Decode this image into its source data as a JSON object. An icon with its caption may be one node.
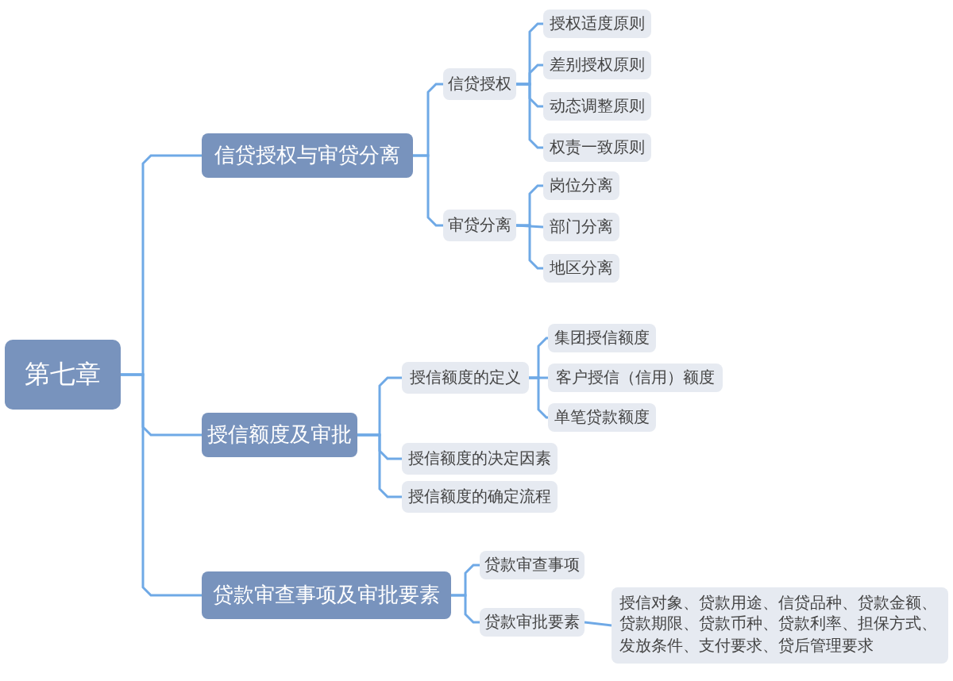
{
  "diagram": {
    "nodes": [
      {
        "text": [
          "第七章"
        ]
      },
      {
        "text": [
          "信贷授权与审贷分离"
        ]
      },
      {
        "text": [
          "信贷授权"
        ]
      },
      {
        "text": [
          "授权适度原则"
        ]
      },
      {
        "text": [
          "差别授权原则"
        ]
      },
      {
        "text": [
          "动态调整原则"
        ]
      },
      {
        "text": [
          "权责一致原则"
        ]
      },
      {
        "text": [
          "审贷分离"
        ]
      },
      {
        "text": [
          "岗位分离"
        ]
      },
      {
        "text": [
          "部门分离"
        ]
      },
      {
        "text": [
          "地区分离"
        ]
      },
      {
        "text": [
          "授信额度及审批"
        ]
      },
      {
        "text": [
          "授信额度的定义"
        ]
      },
      {
        "text": [
          "集团授信额度"
        ]
      },
      {
        "text": [
          "客户授信（信用）额度"
        ]
      },
      {
        "text": [
          "单笔贷款额度"
        ]
      },
      {
        "text": [
          "授信额度的决定因素"
        ]
      },
      {
        "text": [
          "授信额度的确定流程"
        ]
      },
      {
        "text": [
          "贷款审查事项及审批要素"
        ]
      },
      {
        "text": [
          "贷款审查事项"
        ]
      },
      {
        "text": [
          "贷款审批要素"
        ]
      },
      {
        "text": [
          "授信对象、贷款用途、信贷品种、贷款金额、贷款期限、贷款币种、贷款利率、担保方式、发放条件、支付要求、贷后管理要求"
        ]
      }
    ],
    "edges": [
      {
        "from": 0,
        "to": 1,
        "arrow": "none"
      },
      {
        "from": 1,
        "to": 2,
        "arrow": "none"
      },
      {
        "from": 2,
        "to": 3,
        "arrow": "none"
      },
      {
        "from": 2,
        "to": 4,
        "arrow": "none"
      },
      {
        "from": 2,
        "to": 5,
        "arrow": "none"
      },
      {
        "from": 2,
        "to": 6,
        "arrow": "none"
      },
      {
        "from": 1,
        "to": 7,
        "arrow": "none"
      },
      {
        "from": 7,
        "to": 8,
        "arrow": "none"
      },
      {
        "from": 7,
        "to": 9,
        "arrow": "none"
      },
      {
        "from": 7,
        "to": 10,
        "arrow": "none"
      },
      {
        "from": 0,
        "to": 11,
        "arrow": "none"
      },
      {
        "from": 11,
        "to": 12,
        "arrow": "none"
      },
      {
        "from": 12,
        "to": 13,
        "arrow": "none"
      },
      {
        "from": 12,
        "to": 14,
        "arrow": "none"
      },
      {
        "from": 12,
        "to": 15,
        "arrow": "none"
      },
      {
        "from": 11,
        "to": 16,
        "arrow": "none"
      },
      {
        "from": 11,
        "to": 17,
        "arrow": "none"
      },
      {
        "from": 0,
        "to": 18,
        "arrow": "none"
      },
      {
        "from": 18,
        "to": 19,
        "arrow": "none"
      },
      {
        "from": 18,
        "to": 20,
        "arrow": "none"
      },
      {
        "from": 20,
        "to": 21,
        "arrow": "none"
      }
    ]
  }
}
